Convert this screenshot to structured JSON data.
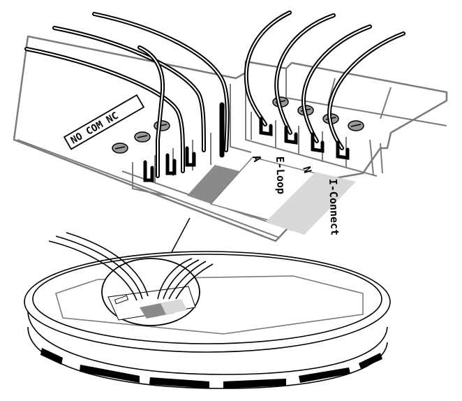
{
  "relay_terminal": {
    "label": "NO COM NC"
  },
  "strips": {
    "a": "A",
    "e_loop": "E-Loop",
    "n": "N",
    "i_connect": "I-Connect"
  },
  "colors": {
    "line": "#000000",
    "housing_outline": "#7a7a7a",
    "housing_fill": "#ffffff",
    "strip_dark": "#8a8a8a",
    "strip_light": "#d8d8d8",
    "screw": "#9a9a9a"
  }
}
